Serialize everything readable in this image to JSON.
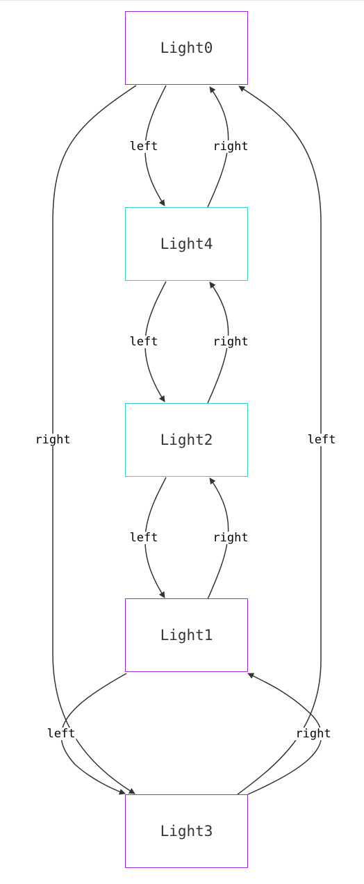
{
  "colors": {
    "edge": "#333333",
    "node_border_purple": "#9d2bd6",
    "node_border_teal": "#3ccfcf"
  },
  "nodes": {
    "light0": "Light0",
    "light4": "Light4",
    "light2": "Light2",
    "light1": "Light1",
    "light3": "Light3"
  },
  "edges": [
    {
      "from": "Light0",
      "to": "Light4",
      "label": "left"
    },
    {
      "from": "Light4",
      "to": "Light0",
      "label": "right"
    },
    {
      "from": "Light4",
      "to": "Light2",
      "label": "left"
    },
    {
      "from": "Light2",
      "to": "Light4",
      "label": "right"
    },
    {
      "from": "Light2",
      "to": "Light1",
      "label": "left"
    },
    {
      "from": "Light1",
      "to": "Light2",
      "label": "right"
    },
    {
      "from": "Light0",
      "to": "Light3",
      "label": "right"
    },
    {
      "from": "Light3",
      "to": "Light0",
      "label": "left"
    },
    {
      "from": "Light1",
      "to": "Light3",
      "label": "left"
    },
    {
      "from": "Light3",
      "to": "Light1",
      "label": "right"
    }
  ]
}
